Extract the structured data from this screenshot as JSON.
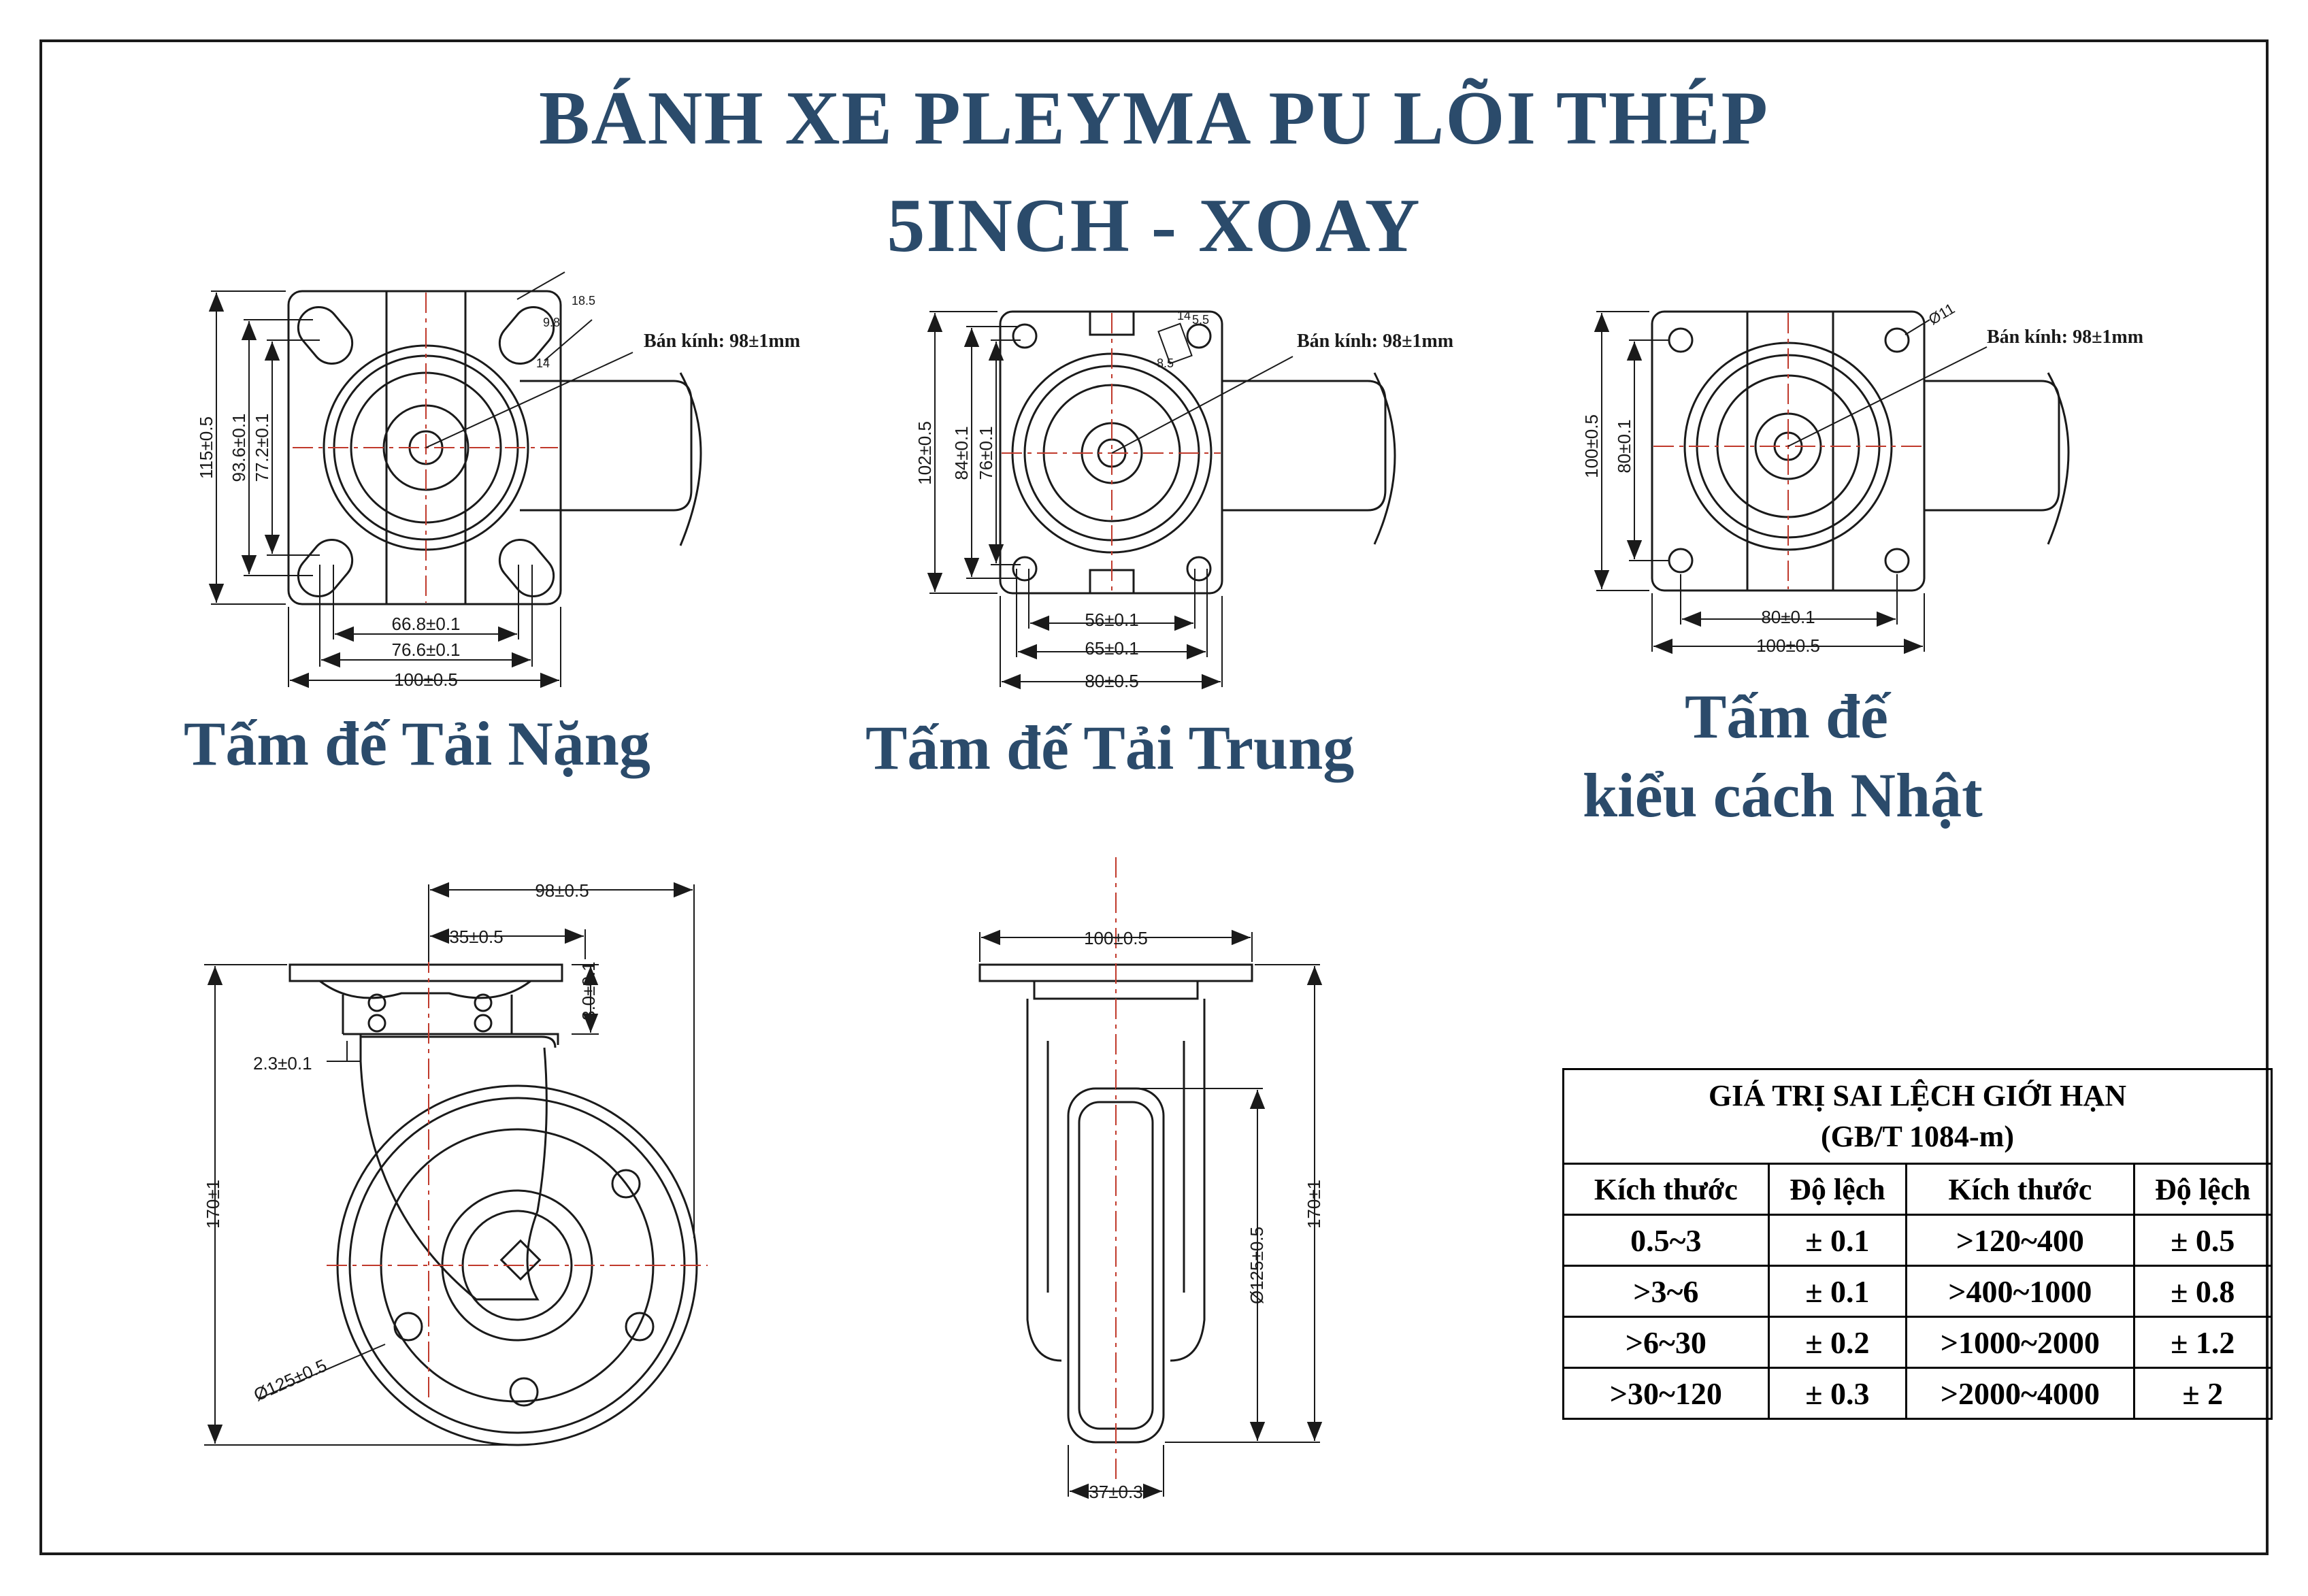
{
  "title": {
    "line1": "BÁNH XE PLEYMA PU LÕI THÉP",
    "line2": "5INCH - XOAY"
  },
  "plates": {
    "heavy": {
      "caption": "Tấm đế Tải Nặng",
      "radius": "Bán kính: 98±1mm",
      "dims": [
        "115±0.5",
        "93.6±0.1",
        "77.2±0.1",
        "66.8±0.1",
        "76.6±0.1",
        "100±0.5"
      ],
      "hole": [
        "9.8",
        "14",
        "18.5"
      ]
    },
    "medium": {
      "caption": "Tấm đế Tải Trung",
      "radius": "Bán kính: 98±1mm",
      "dims": [
        "102±0.5",
        "84±0.1",
        "76±0.1",
        "56±0.1",
        "65±0.1",
        "80±0.5"
      ],
      "hole": [
        "5.5",
        "8.5",
        "14"
      ]
    },
    "japan": {
      "caption_line1": "Tấm đế",
      "caption_line2": "kiểu cách Nhật",
      "radius": "Bán kính: 98±1mm",
      "dims": [
        "100±0.5",
        "80±0.1",
        "80±0.1",
        "100±0.5"
      ],
      "hole": "Ø11"
    }
  },
  "side_view": {
    "dims": [
      "98±0.5",
      "35±0.5",
      "2.3±0.1",
      "3.0±0.1",
      "170±1",
      "Ø125±0.5"
    ]
  },
  "front_view": {
    "dims": [
      "100±0.5",
      "170±1",
      "Ø125±0.5",
      "37±0.3"
    ]
  },
  "tolerance_table": {
    "title_line1": "GIÁ TRỊ SAI LỆCH GIỚI HẠN",
    "title_line2": "(GB/T 1084-m)",
    "headers": [
      "Kích thước",
      "Độ lệch",
      "Kích thước",
      "Độ lệch"
    ],
    "rows": [
      [
        "0.5~3",
        "± 0.1",
        ">120~400",
        "± 0.5"
      ],
      [
        ">3~6",
        "± 0.1",
        ">400~1000",
        "± 0.8"
      ],
      [
        ">6~30",
        "± 0.2",
        ">1000~2000",
        "± 1.2"
      ],
      [
        ">30~120",
        "± 0.3",
        ">2000~4000",
        "±  2"
      ]
    ]
  },
  "colors": {
    "title": "#2b4b6b",
    "line": "#1a1a1a",
    "center": "#c0392b"
  }
}
